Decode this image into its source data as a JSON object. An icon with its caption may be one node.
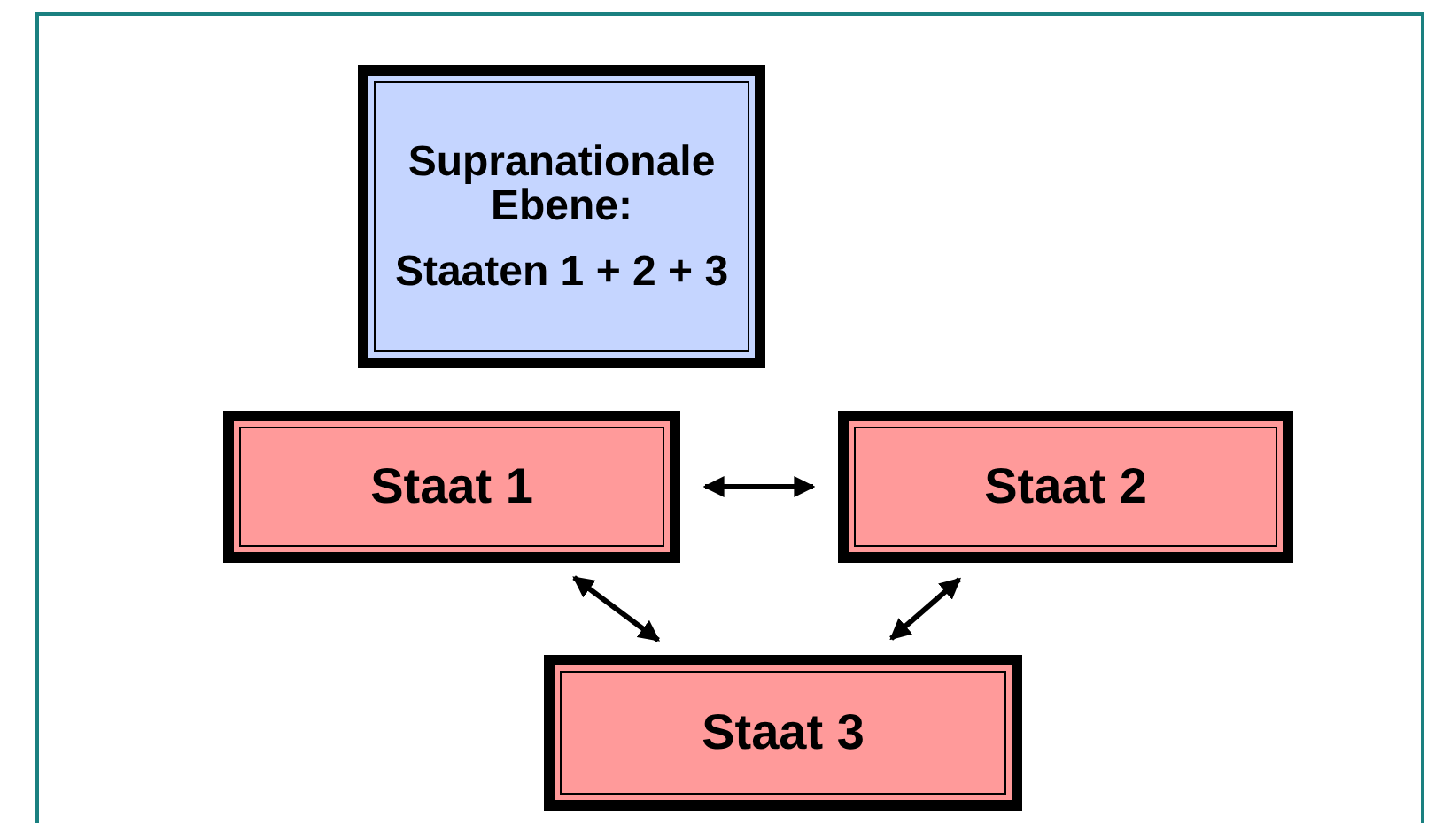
{
  "diagram": {
    "nodes": [
      {
        "text": [
          "Supranationale Ebene:",
          "Staaten 1 + 2 + 3"
        ]
      },
      {
        "text": [
          "Staat 1"
        ]
      },
      {
        "text": [
          "Staat 2"
        ]
      },
      {
        "text": [
          "Staat 3"
        ]
      }
    ],
    "edges": [
      {
        "from": 1,
        "to": 2,
        "arrow": "both"
      },
      {
        "from": 1,
        "to": 3,
        "arrow": "both"
      },
      {
        "from": 2,
        "to": 3,
        "arrow": "both"
      }
    ]
  }
}
